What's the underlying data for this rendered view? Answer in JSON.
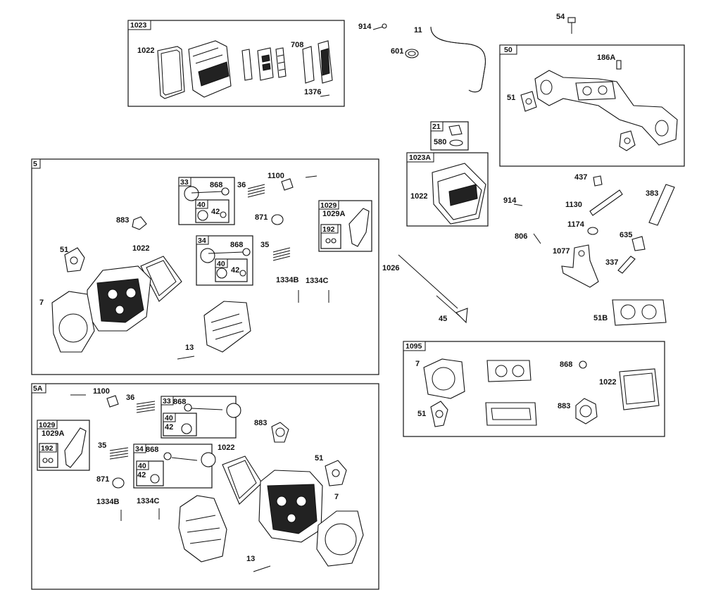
{
  "group_tags": {
    "g1023": "1023",
    "g50": "50",
    "g21": "21",
    "g1023A": "1023A",
    "g5": "5",
    "g5A": "5A",
    "g1095": "1095",
    "g33a": "33",
    "g40a": "40",
    "g34a": "34",
    "g40b": "40",
    "g1029a": "1029",
    "g192a": "192",
    "g33b": "33",
    "g40c": "40",
    "g34b": "34",
    "g40d": "40",
    "g1029b": "1029",
    "g192b": "192"
  },
  "labels": {
    "l1022_top": "1022",
    "l708": "708",
    "l1376": "1376",
    "l914_top": "914",
    "l11": "11",
    "l601": "601",
    "l54": "54",
    "l186A": "186A",
    "l51_top": "51",
    "l580": "580",
    "l1022_mid": "1022",
    "l437": "437",
    "l383": "383",
    "l914_mid": "914",
    "l1130": "1130",
    "l1174": "1174",
    "l806": "806",
    "l635": "635",
    "l1077": "1077",
    "l337": "337",
    "l51B": "51B",
    "l1026": "1026",
    "l45": "45",
    "s5_868a": "868",
    "s5_36": "36",
    "s5_1100": "1100",
    "s5_42a": "42",
    "s5_883": "883",
    "s5_871": "871",
    "s5_1029A": "1029A",
    "s5_868b": "868",
    "s5_35": "35",
    "s5_42b": "42",
    "s5_51": "51",
    "s5_1022": "1022",
    "s5_1334B": "1334B",
    "s5_1334C": "1334C",
    "s5_7": "7",
    "s5_13": "13",
    "k_7": "7",
    "k_868": "868",
    "k_1022": "1022",
    "k_51": "51",
    "k_883": "883",
    "s5A_1100": "1100",
    "s5A_36": "36",
    "s5A_868a": "868",
    "s5A_42a": "42",
    "s5A_1029A": "1029A",
    "s5A_883": "883",
    "s5A_35": "35",
    "s5A_868b": "868",
    "s5A_1022": "1022",
    "s5A_42b": "42",
    "s5A_51": "51",
    "s5A_871": "871",
    "s5A_7": "7",
    "s5A_1334B": "1334B",
    "s5A_1334C": "1334C",
    "s5A_13": "13"
  }
}
